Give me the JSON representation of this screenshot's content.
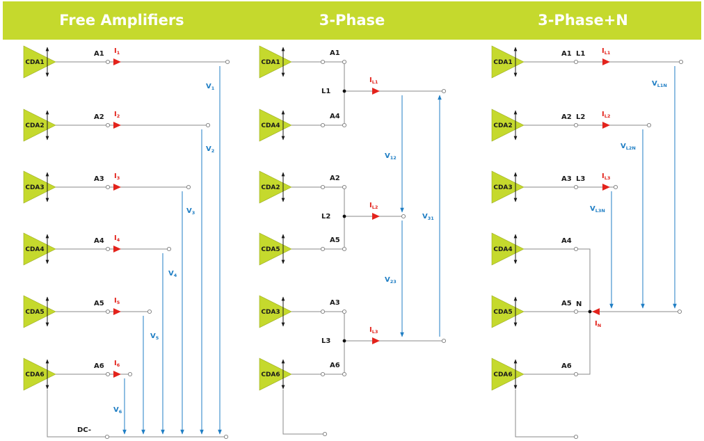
{
  "panels": {
    "free": {
      "title": "Free Amplifiers"
    },
    "three_phase": {
      "title": "3-Phase"
    },
    "three_phase_n": {
      "title": "3-Phase+N"
    }
  },
  "amplifiers": [
    "CDA1",
    "CDA2",
    "CDA3",
    "CDA4",
    "CDA5",
    "CDA6"
  ],
  "free": {
    "outputs": [
      "A1",
      "A2",
      "A3",
      "A4",
      "A5",
      "A6"
    ],
    "currents": [
      {
        "main": "I",
        "sub": "1"
      },
      {
        "main": "I",
        "sub": "2"
      },
      {
        "main": "I",
        "sub": "3"
      },
      {
        "main": "I",
        "sub": "4"
      },
      {
        "main": "I",
        "sub": "5"
      },
      {
        "main": "I",
        "sub": "6"
      }
    ],
    "voltages": [
      {
        "main": "V",
        "sub": "1"
      },
      {
        "main": "V",
        "sub": "2"
      },
      {
        "main": "V",
        "sub": "3"
      },
      {
        "main": "V",
        "sub": "4"
      },
      {
        "main": "V",
        "sub": "5"
      },
      {
        "main": "V",
        "sub": "6"
      }
    ],
    "dc_label": "DC-"
  },
  "three_phase": {
    "amp_order": [
      "CDA1",
      "CDA4",
      "CDA2",
      "CDA5",
      "CDA3",
      "CDA6"
    ],
    "outputs": [
      "A1",
      "A4",
      "A2",
      "A5",
      "A3",
      "A6"
    ],
    "lines": [
      "L1",
      "L2",
      "L3"
    ],
    "currents": [
      {
        "main": "I",
        "sub": "L1"
      },
      {
        "main": "I",
        "sub": "L2"
      },
      {
        "main": "I",
        "sub": "L3"
      }
    ],
    "voltages": [
      {
        "main": "V",
        "sub": "12"
      },
      {
        "main": "V",
        "sub": "23"
      },
      {
        "main": "V",
        "sub": "31"
      }
    ]
  },
  "three_phase_n": {
    "outputs": [
      "A1",
      "A2",
      "A3",
      "A4",
      "A5",
      "A6"
    ],
    "lines": [
      "L1",
      "L2",
      "L3"
    ],
    "neutral": "N",
    "currents": [
      {
        "main": "I",
        "sub": "L1"
      },
      {
        "main": "I",
        "sub": "L2"
      },
      {
        "main": "I",
        "sub": "L3"
      },
      {
        "main": "I",
        "sub": "N"
      }
    ],
    "voltages": [
      {
        "main": "V",
        "sub": "L1N"
      },
      {
        "main": "V",
        "sub": "L2N"
      },
      {
        "main": "V",
        "sub": "L3N"
      }
    ]
  },
  "colors": {
    "header_bg": "#c5d92d",
    "amp_fill": "#c5d92d",
    "wire": "#8a8a8a",
    "current": "#e3231c",
    "voltage": "#1f7ec4"
  }
}
